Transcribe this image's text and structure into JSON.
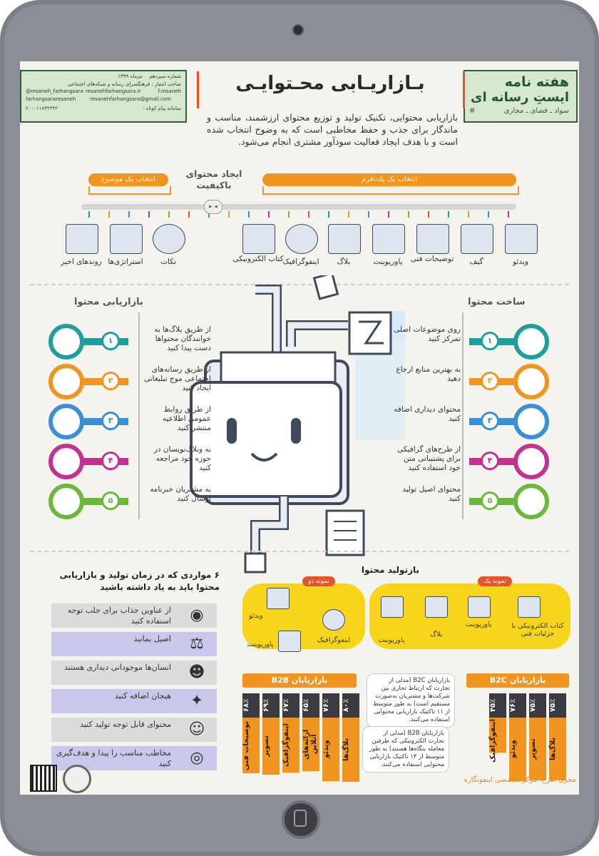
{
  "brand": {
    "title_line1": "هفته نامه",
    "title_line2": "ایستِ رسانه ای",
    "subtitle": "سواد ـ فضای ـ مجازی",
    "hash": "#"
  },
  "info": {
    "issue": "شماره سیزدهم",
    "date": "تیرماه ۱۳۹۹",
    "owner": "صاحب امتیاز : فرهنگسرای رسانه و شبکه‌های اجتماعی",
    "handle1": "@resaneh_farhangsara",
    "handle2": "resanehfarhangsara.ir",
    "handle3": "f.resaneh",
    "handle4": "farhangsararesaneh",
    "email": "resanehfarhangsara@gmail.com",
    "sms": "سامانه پیام کوتاه :",
    "sms_number": "۲۰۰۰۱۱۸۳۲۳۲۲"
  },
  "header": {
    "title": "بـازاریـابی محـتوایـی",
    "intro": "بازاریابی محتوایی، تکنیک تولید و توزیع محتوای ارزشمند، مناسب و ماندگار برای جذب و حفظ مخاطبی است که به وضوح انتخاب شده است و با هدف ایجاد فعالیت سودآور مشتری انجام می‌شود."
  },
  "timeline": {
    "select_topic": "انتخاب یک موضوع",
    "quality_line1": "ایجاد محتوای",
    "quality_line2": "باکیفیت",
    "select_platform": "انتخاب یک پلت‌فرم",
    "knob": "◂ ▸",
    "topic_items": [
      "روندهای اخیر",
      "استراتژی‌ها",
      "نکات"
    ],
    "platform_items": [
      "کتاب الکترونیکی",
      "اینفوگرافیک",
      "بلاگ",
      "پاورپوینت",
      "توضیحات فنی",
      "گیف",
      "ویدئو"
    ]
  },
  "marketing": {
    "title": "بازاریابی محتوا",
    "steps": [
      {
        "n": "۱",
        "text": "از طریق بلاگ‌ها به خوانندگان محتواها دست پیدا کنید"
      },
      {
        "n": "۲",
        "text": "از طریق رسانه‌های اجتماعی موج تبلیغاتی ایجاد کنید"
      },
      {
        "n": "۳",
        "text": "از طریق روابط عمومی اطلاعیه منتشر کنید"
      },
      {
        "n": "۴",
        "text": "به وبلاگ‌نویسان در حوزه خود مراجعه کنید"
      },
      {
        "n": "۵",
        "text": "به مشتریان خبرنامه ارسال کنید"
      }
    ]
  },
  "creation": {
    "title": "ساخت محتوا",
    "steps": [
      {
        "n": "۱",
        "text": "روی موضوعات اصلی تمرکز کنید"
      },
      {
        "n": "۲",
        "text": "به بهترین منابع ارجاع دهید"
      },
      {
        "n": "۳",
        "text": "محتوای دیداری اضافه کنید"
      },
      {
        "n": "۴",
        "text": "از طرح‌های گرافیکی برای پشتیبانی متن خود استفاده کنید"
      },
      {
        "n": "۵",
        "text": "محتوای اصیل تولید کنید"
      }
    ]
  },
  "tips": {
    "title": "۶ مواردی که در زمان تولید و بازاریابی محتوا باید به یاد داشته باشید",
    "items": [
      "از عناوین جذاب برای جلب توجه استفاده کنید",
      "اصیل بمانید",
      "انسان‌ها موجوداتی دیداری هستند",
      "هیجان اضافه کنید",
      "محتوای قابل توجه تولید کنید",
      "مخاطب مناسب را پیدا و هدف‌گیری کنید"
    ]
  },
  "reproduce": {
    "title": "بازتولید محتوا",
    "sample1": "نمونه یک",
    "sample2": "نمونه دو",
    "sample1_items": [
      "کتاب الکترونیکی با جزئیات فنی",
      "پاورپوینت",
      "بلاگ",
      "پاورپوینت"
    ],
    "sample2_items": [
      "ویدئو",
      "اینفوگرافیک",
      "پاورپوینت"
    ]
  },
  "b2c": {
    "header": "بازاریابان B2C",
    "callout": "بازاریابان B2C (مدلی از تجارت که ارتباط تجاری بین شرکت‌ها و مشتریان به‌صورت مستقیم است) به طور متوسط از ۱۱ تاکتیک بازاریابی محتوایی استفاده می‌کنند.",
    "bars": [
      {
        "label": "بلاگ‌ها",
        "value": "۷۵٪"
      },
      {
        "label": "تصویر",
        "value": "۷۵٪"
      },
      {
        "label": "ویدئو",
        "value": "۷۶٪"
      },
      {
        "label": "اینفوگرافیک",
        "value": "۴۵٪"
      }
    ]
  },
  "b2b": {
    "header": "بازاریابان B2B",
    "callout": "بازاریابان B2B (مدلی از تجارت الکترونیکی که طرفین معامله بنگاه‌ها هستند) به طور متوسط از ۱۳ تاکتیک بازاریابی محتوایی استفاده می‌کنند.",
    "bars": [
      {
        "label": "بلاگ‌ها",
        "value": "۸۰٪"
      },
      {
        "label": "ویدئو",
        "value": "۷۶٪"
      },
      {
        "label": "ارائه‌های آنلاین",
        "value": "۶۵٪"
      },
      {
        "label": "اینفوگرافیک",
        "value": "۶۷٪"
      },
      {
        "label": "تصویر",
        "value": "۶۹٪"
      },
      {
        "label": "توضیحات فنی",
        "value": "۶۸٪"
      }
    ]
  },
  "footer": {
    "credit": "مجری طرح: مرکز تخصصی اینفونگاره"
  },
  "colors": {
    "teal": "#1f9e9e",
    "orange": "#f29520",
    "blue": "#3a8fd6",
    "magenta": "#c2338f",
    "green": "#6bb83a",
    "yellow": "#f7d51d",
    "red": "#e8542a"
  }
}
